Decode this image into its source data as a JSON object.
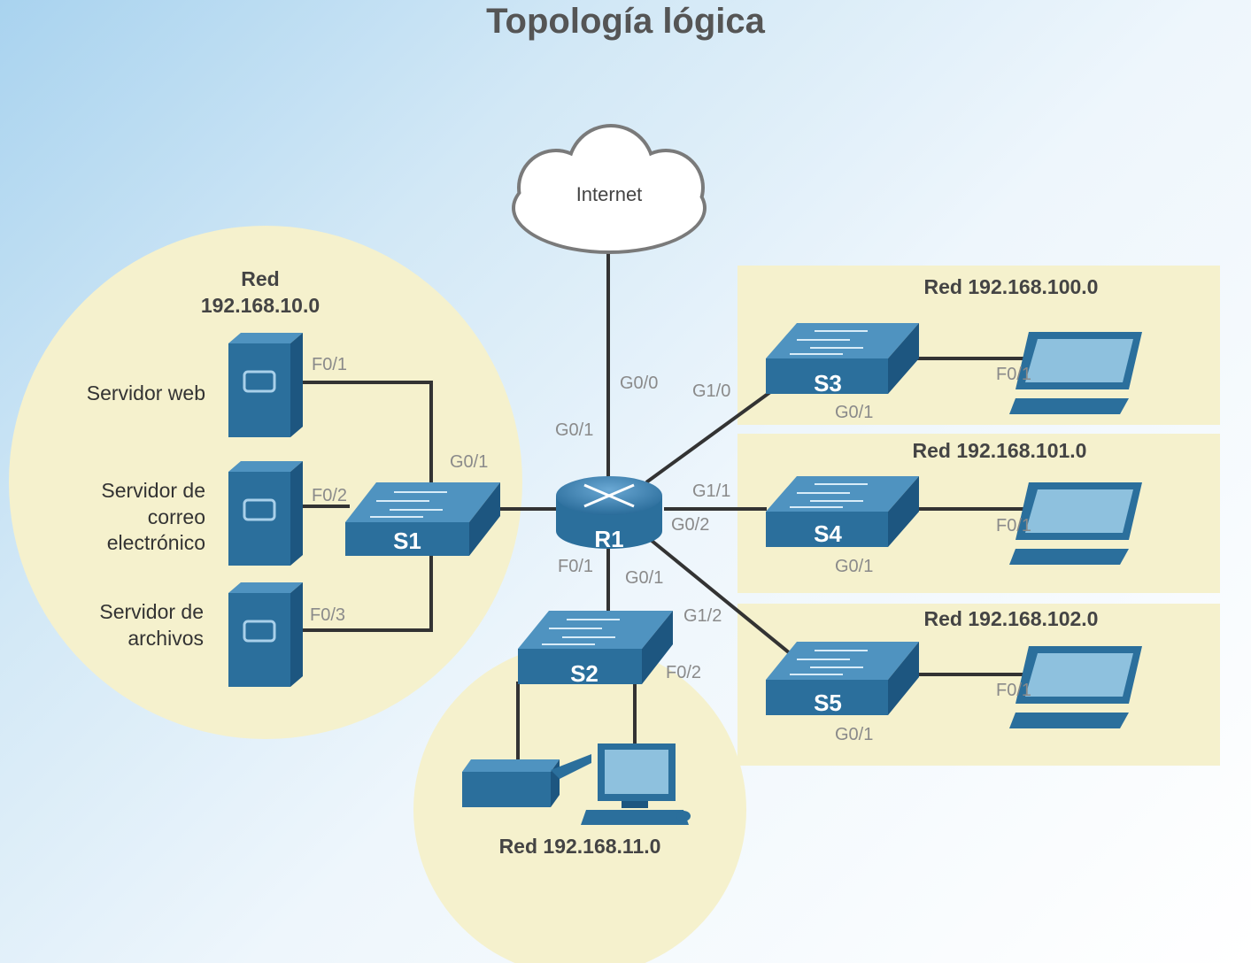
{
  "title": "Topología lógica",
  "internet": "Internet",
  "networks": {
    "n10": [
      "Red",
      "192.168.10.0"
    ],
    "n11": "Red 192.168.11.0",
    "n100": "Red 192.168.100.0",
    "n101": "Red 192.168.101.0",
    "n102": "Red 192.168.102.0"
  },
  "servers": {
    "web": [
      "Servidor web"
    ],
    "mail": [
      "Servidor de",
      "correo",
      "electrónico"
    ],
    "files": [
      "Servidor de",
      "archivos"
    ]
  },
  "devices": {
    "router": "R1",
    "s1": "S1",
    "s2": "S2",
    "s3": "S3",
    "s4": "S4",
    "s5": "S5"
  },
  "ports": {
    "s1_f01": "F0/1",
    "s1_f02": "F0/2",
    "s1_f03": "F0/3",
    "s1_g01": "G0/1",
    "r1_g00": "G0/0",
    "r1_g01": "G0/1",
    "r1_g10": "G1/0",
    "r1_g11": "G1/1",
    "r1_g02": "G0/2",
    "r1_f01": "F0/1",
    "s2_g01": "G0/1",
    "r1_g12": "G1/2",
    "s2_f02": "F0/2",
    "s3_f01": "F0/1",
    "s3_g01": "G0/1",
    "s4_f01": "F0/1",
    "s4_g01": "G0/1",
    "s5_f01": "F0/1",
    "s5_g01": "G0/1"
  },
  "colors": {
    "zone": "#f5f1cd",
    "device_front": "#2b6f9c",
    "device_top": "#4f93c0",
    "screen": "#8ec1de",
    "link": "#333333"
  }
}
